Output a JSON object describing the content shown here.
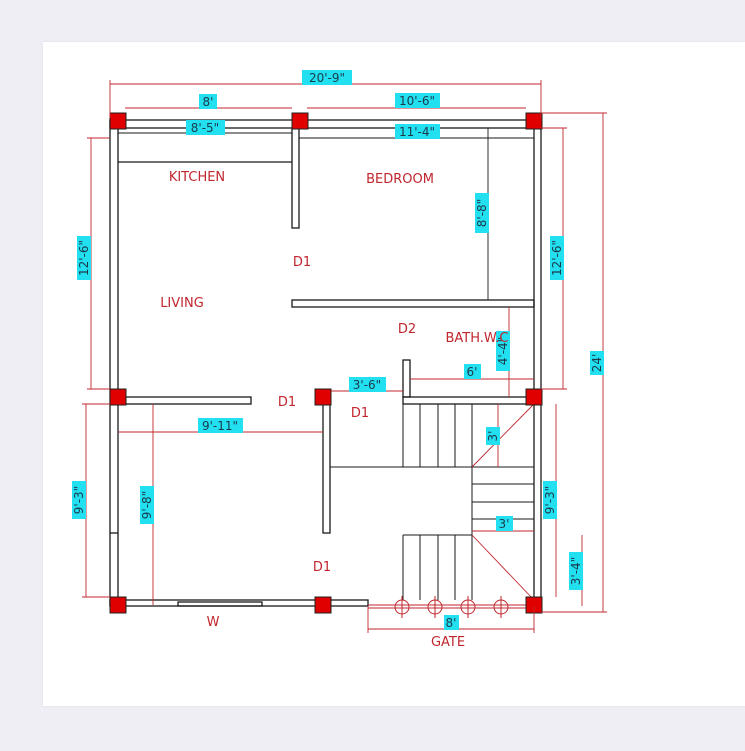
{
  "plan": {
    "rooms": {
      "kitchen": "KITCHEN",
      "bedroom": "BEDROOM",
      "living": "LIVING",
      "bath": "BATH.W.C"
    },
    "doors": {
      "d1_a": "D1",
      "d1_b": "D1",
      "d1_c": "D1",
      "d1_d": "D1",
      "d2": "D2"
    },
    "window": "W",
    "gate": "GATE",
    "dimensions": {
      "overall_width": "20'-9\"",
      "kitchen_outer": "8'",
      "kitchen_inner": "8'-5\"",
      "bedroom_outer": "10'-6\"",
      "bedroom_inner": "11'-4\"",
      "bedroom_depth": "8'-8\"",
      "left_upper": "12'-6\"",
      "right_upper": "12'-6\"",
      "overall_depth": "24'",
      "bath_height": "4'-4\"",
      "bath_width": "6'",
      "passage": "3'-6\"",
      "front_room_width": "9'-11\"",
      "left_lower_outer": "9'-3\"",
      "left_lower_inner": "9'-8\"",
      "right_lower": "9'-3\"",
      "stair_landing": "3'",
      "stair_width": "3'",
      "stair_lower": "3'-4\"",
      "gate_width": "8'"
    },
    "colors": {
      "column": "#e00000",
      "dimension_line": "#c0262d",
      "label_bg": "#22e0f0",
      "room_text": "#c0262d",
      "wall": "#1a1a1a"
    }
  }
}
